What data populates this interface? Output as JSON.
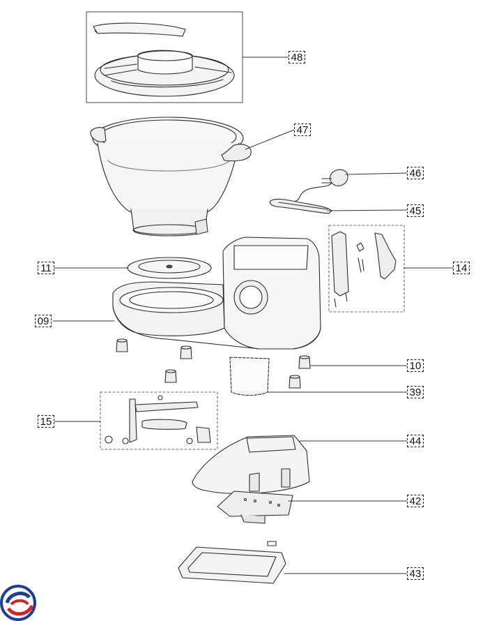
{
  "diagram": {
    "parts": [
      {
        "id": "p48",
        "label": "48",
        "name": "lid-and-cover"
      },
      {
        "id": "p47",
        "label": "47",
        "name": "mixing-bowl"
      },
      {
        "id": "p46",
        "label": "46",
        "name": "power-cord"
      },
      {
        "id": "p45",
        "label": "45",
        "name": "cord-clamp"
      },
      {
        "id": "p14",
        "label": "14",
        "name": "switch-assembly"
      },
      {
        "id": "p11",
        "label": "11",
        "name": "heating-plate"
      },
      {
        "id": "p09",
        "label": "09",
        "name": "housing-base"
      },
      {
        "id": "p10",
        "label": "10",
        "name": "rubber-feet"
      },
      {
        "id": "p39",
        "label": "39",
        "name": "bracket"
      },
      {
        "id": "p15",
        "label": "15",
        "name": "motor-mount-assembly"
      },
      {
        "id": "p44",
        "label": "44",
        "name": "bottom-cover"
      },
      {
        "id": "p42",
        "label": "42",
        "name": "circuit-board"
      },
      {
        "id": "p43",
        "label": "43",
        "name": "base-plate"
      }
    ],
    "colors": {
      "line": "#2b2b2b",
      "logo_blue": "#1c3f94",
      "logo_red": "#d6202a"
    },
    "logo": {
      "icon": "brand-logo-icon"
    }
  }
}
